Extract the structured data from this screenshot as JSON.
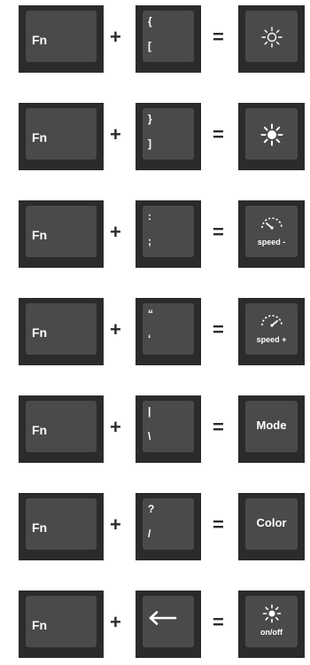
{
  "rows": [
    {
      "fn": "Fn",
      "plus": "+",
      "key_top": "{",
      "key_bottom": "[",
      "equals": "=",
      "result_icon": "brightness-down-icon",
      "result_label": ""
    },
    {
      "fn": "Fn",
      "plus": "+",
      "key_top": "}",
      "key_bottom": "]",
      "equals": "=",
      "result_icon": "brightness-up-icon",
      "result_label": ""
    },
    {
      "fn": "Fn",
      "plus": "+",
      "key_top": ":",
      "key_bottom": ";",
      "equals": "=",
      "result_icon": "speed-gauge-icon",
      "result_label": "speed -"
    },
    {
      "fn": "Fn",
      "plus": "+",
      "key_top": "“",
      "key_bottom": "‘",
      "equals": "=",
      "result_icon": "speed-gauge-icon",
      "result_label": "speed +"
    },
    {
      "fn": "Fn",
      "plus": "+",
      "key_top": "|",
      "key_bottom": "\\",
      "equals": "=",
      "result_icon": "",
      "result_label": "Mode"
    },
    {
      "fn": "Fn",
      "plus": "+",
      "key_top": "?",
      "key_bottom": "/",
      "equals": "=",
      "result_icon": "",
      "result_label": "Color"
    },
    {
      "fn": "Fn",
      "plus": "+",
      "key_top": "",
      "key_bottom": "",
      "key_icon": "left-arrow-icon",
      "equals": "=",
      "result_icon": "light-toggle-icon",
      "result_label": "on/off"
    }
  ]
}
